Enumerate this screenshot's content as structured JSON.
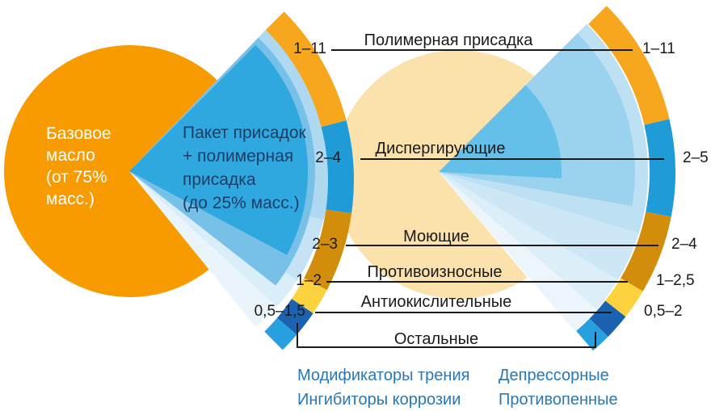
{
  "left_circle": {
    "label_lines": [
      "Базовое",
      "масло",
      "(от 75%",
      "масс.)"
    ],
    "color": "#F79B00",
    "text_color": "#FFFFFF"
  },
  "pack_wedge": {
    "label_lines": [
      "Пакет присадок",
      "+ полимерная",
      "присадка",
      "(до 25% масс.)"
    ],
    "color": "#2FA8E0",
    "text_color": "#1C3E66"
  },
  "beige_circle": {
    "color": "#FBE1AC"
  },
  "fan_layers": {
    "middle": [
      "#EAF5FB",
      "#D9EEF9",
      "#C6E3F5",
      "#AFD9F1",
      "#77C0E7",
      "#2FA8E0"
    ],
    "right": [
      "#EBF5FB",
      "#DCEFF9",
      "#CDE7F6",
      "#BEE0F3",
      "#9BD3EF",
      "#64BFE9"
    ]
  },
  "rows": [
    {
      "name": "Полимерная присадка",
      "left_value": "1–11",
      "right_value": "1–11",
      "color": "#F7A71E"
    },
    {
      "name": "Диспергирующие",
      "left_value": "2–4",
      "right_value": "2–5",
      "color": "#1F9CD8"
    },
    {
      "name": "Моющие",
      "left_value": "2–3",
      "right_value": "2–4",
      "color": "#D28E0B"
    },
    {
      "name": "Противоизносные",
      "left_value": "1–2",
      "right_value": "1–2,5",
      "color": "#FCD23E"
    },
    {
      "name": "Антиокислительные",
      "left_value": "0,5–1,5",
      "right_value": "0,5–2",
      "color": "#1B62B0"
    },
    {
      "name": "Остальные",
      "left_value": "",
      "right_value": "",
      "color": "#28A0E0"
    }
  ],
  "footnotes": {
    "left": [
      "Модификаторы трения",
      "Ингибиторы коррозии"
    ],
    "right": [
      "Депрессорные",
      "Противопенные"
    ],
    "text_color": "#2878B8"
  },
  "line_color": "#1A1A1A",
  "label_color": "#1A1A1A"
}
